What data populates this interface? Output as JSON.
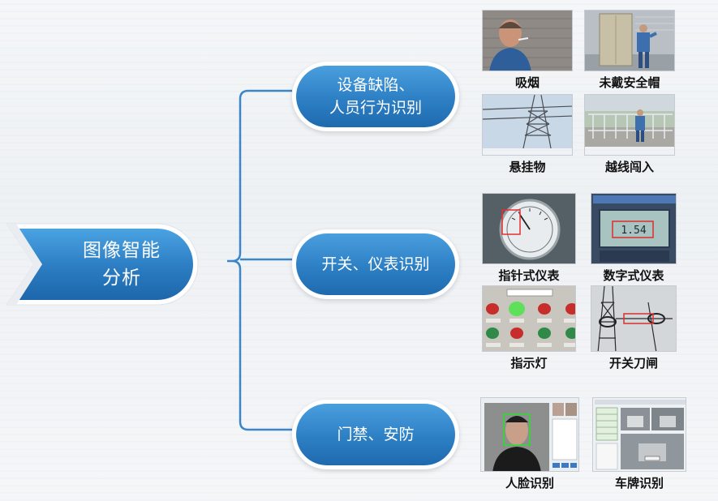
{
  "root": {
    "label_line1": "图像智能",
    "label_line2": "分析"
  },
  "categories": [
    {
      "line1": "设备缺陷、",
      "line2": "人员行为识别"
    },
    {
      "line1": "开关、仪表识别",
      "line2": ""
    },
    {
      "line1": "门禁、安防",
      "line2": ""
    }
  ],
  "items": [
    {
      "caption": "吸烟",
      "icon": "smoking-photo"
    },
    {
      "caption": "未戴安全帽",
      "icon": "no-helmet-photo"
    },
    {
      "caption": "悬挂物",
      "icon": "hanging-object-photo"
    },
    {
      "caption": "越线闯入",
      "icon": "line-intrusion-photo"
    },
    {
      "caption": "指针式仪表",
      "icon": "pointer-meter-photo"
    },
    {
      "caption": "数字式仪表",
      "icon": "digital-meter-photo"
    },
    {
      "caption": "指示灯",
      "icon": "indicator-light-photo"
    },
    {
      "caption": "开关刀闸",
      "icon": "knife-switch-photo"
    },
    {
      "caption": "人脸识别",
      "icon": "face-recognition-photo"
    },
    {
      "caption": "车牌识别",
      "icon": "plate-recognition-photo"
    }
  ],
  "digital_meter_reading": "1.54",
  "colors": {
    "accent": "#2d7fc4",
    "bracket": "#3a86c8"
  }
}
